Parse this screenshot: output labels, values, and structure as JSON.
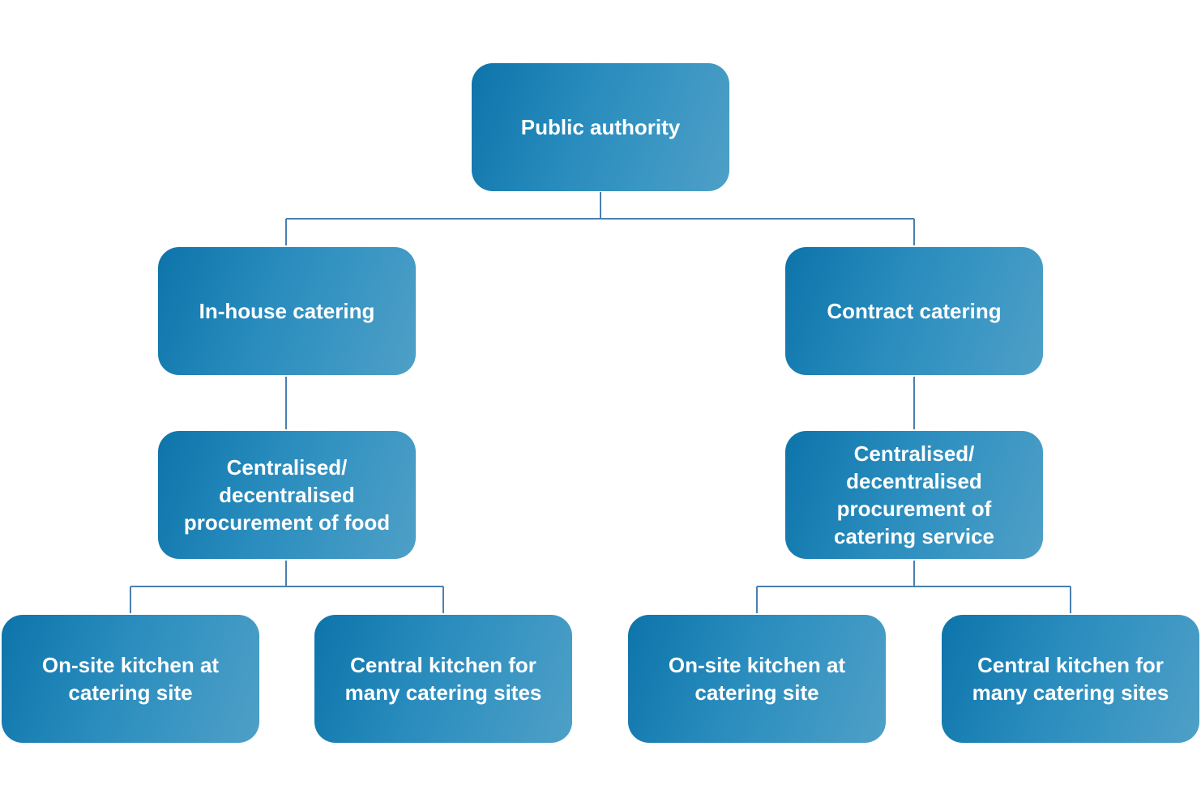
{
  "diagram": {
    "nodes": {
      "root": "Public authority",
      "in_house": "In-house catering",
      "contract": "Contract catering",
      "proc_food": "Centralised/\ndecentralised\nprocurement of food",
      "proc_service": "Centralised/\ndecentralised\nprocurement of\ncatering service",
      "onsite_left": "On-site kitchen at\ncatering site",
      "central_left": "Central kitchen for\nmany catering sites",
      "onsite_right": "On-site kitchen at\ncatering site",
      "central_right": "Central kitchen for\nmany catering sites"
    },
    "colors": {
      "node_gradient_start": "#0d74aa",
      "node_gradient_end": "#4ea0c7",
      "connector": "#4a7fb0",
      "text": "#ffffff"
    }
  }
}
